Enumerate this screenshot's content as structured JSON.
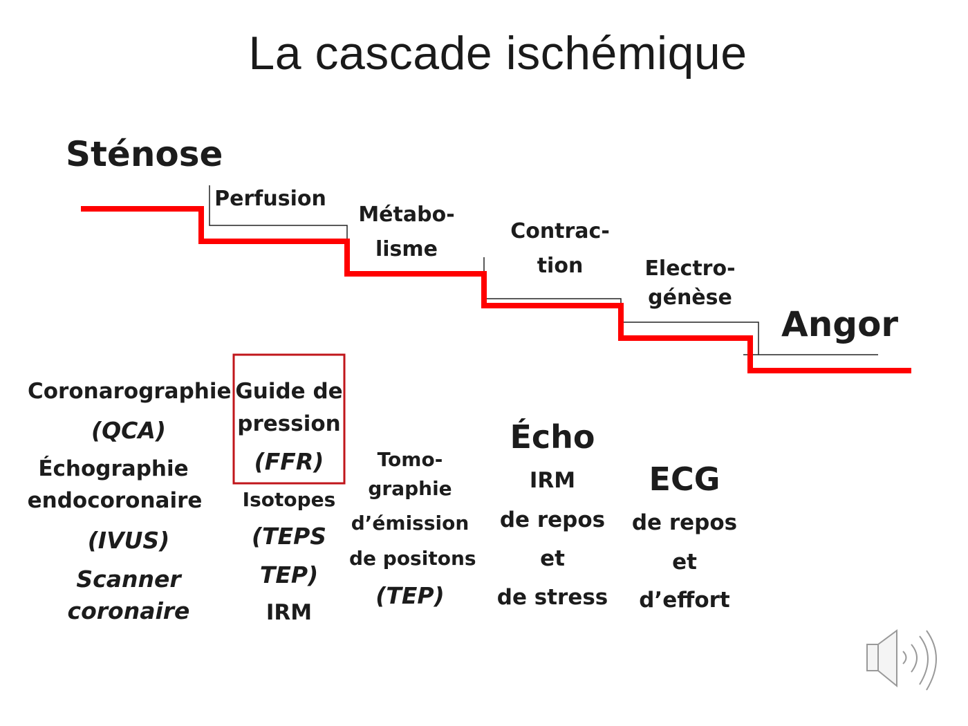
{
  "title": "La cascade ischémique",
  "stenose": "Sténose",
  "angor": "Angor",
  "steps": {
    "perfusion": "Perfusion",
    "metabolisme": [
      "Métabo-",
      "lisme"
    ],
    "contraction": [
      "Contrac-",
      "tion"
    ],
    "electrogenese": [
      "Electro-",
      "génèse"
    ]
  },
  "columns": {
    "col1": [
      "Coronarographie",
      "(QCA)",
      "Échographie",
      "endocoronaire",
      "(IVUS)",
      "Scanner",
      "coronaire"
    ],
    "col2_box": [
      "Guide de",
      "pression",
      "(FFR)"
    ],
    "col2": [
      "Isotopes",
      "(TEPS",
      "TEP)",
      "IRM"
    ],
    "col3": [
      "Tomo-",
      "graphie",
      "d’émission",
      "de positons",
      "(TEP)"
    ],
    "col4": [
      "Écho",
      "IRM",
      "de repos",
      "et",
      "de stress"
    ],
    "col5": [
      "ECG",
      "de repos",
      "et",
      "d’effort"
    ]
  },
  "colors": {
    "cascade_line": "#ff0000",
    "box": "#c0161b"
  },
  "icons": {
    "audio": "speaker-icon"
  }
}
